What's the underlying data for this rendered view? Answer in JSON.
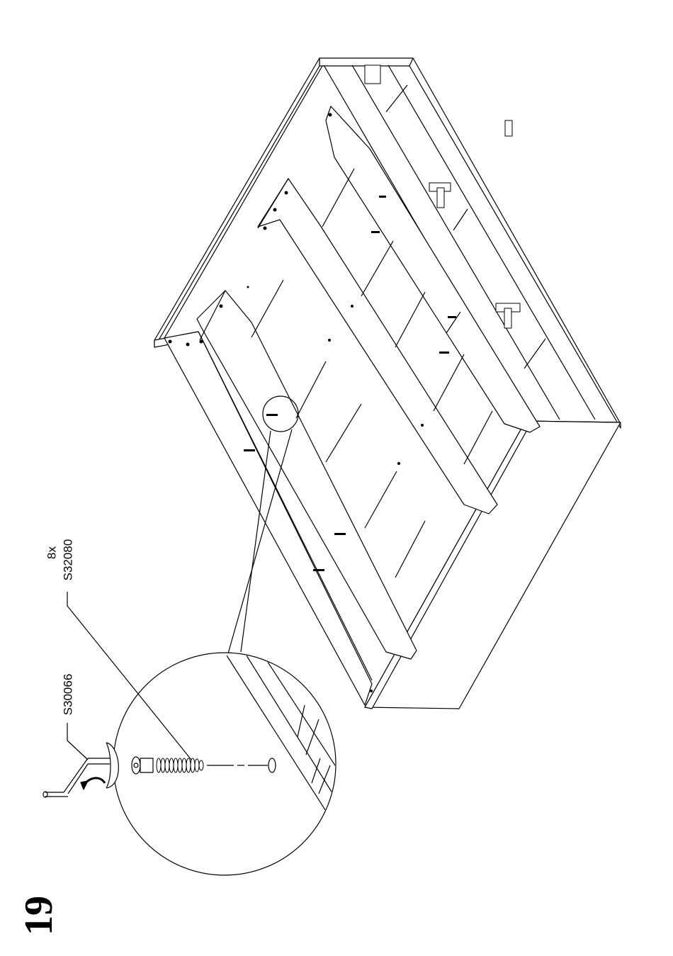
{
  "step_number": "19",
  "labels": {
    "quantity": "8x",
    "screw_part": "S32080",
    "tool_part": "S30066"
  },
  "colors": {
    "ink": "#000000",
    "paper": "#ffffff"
  }
}
